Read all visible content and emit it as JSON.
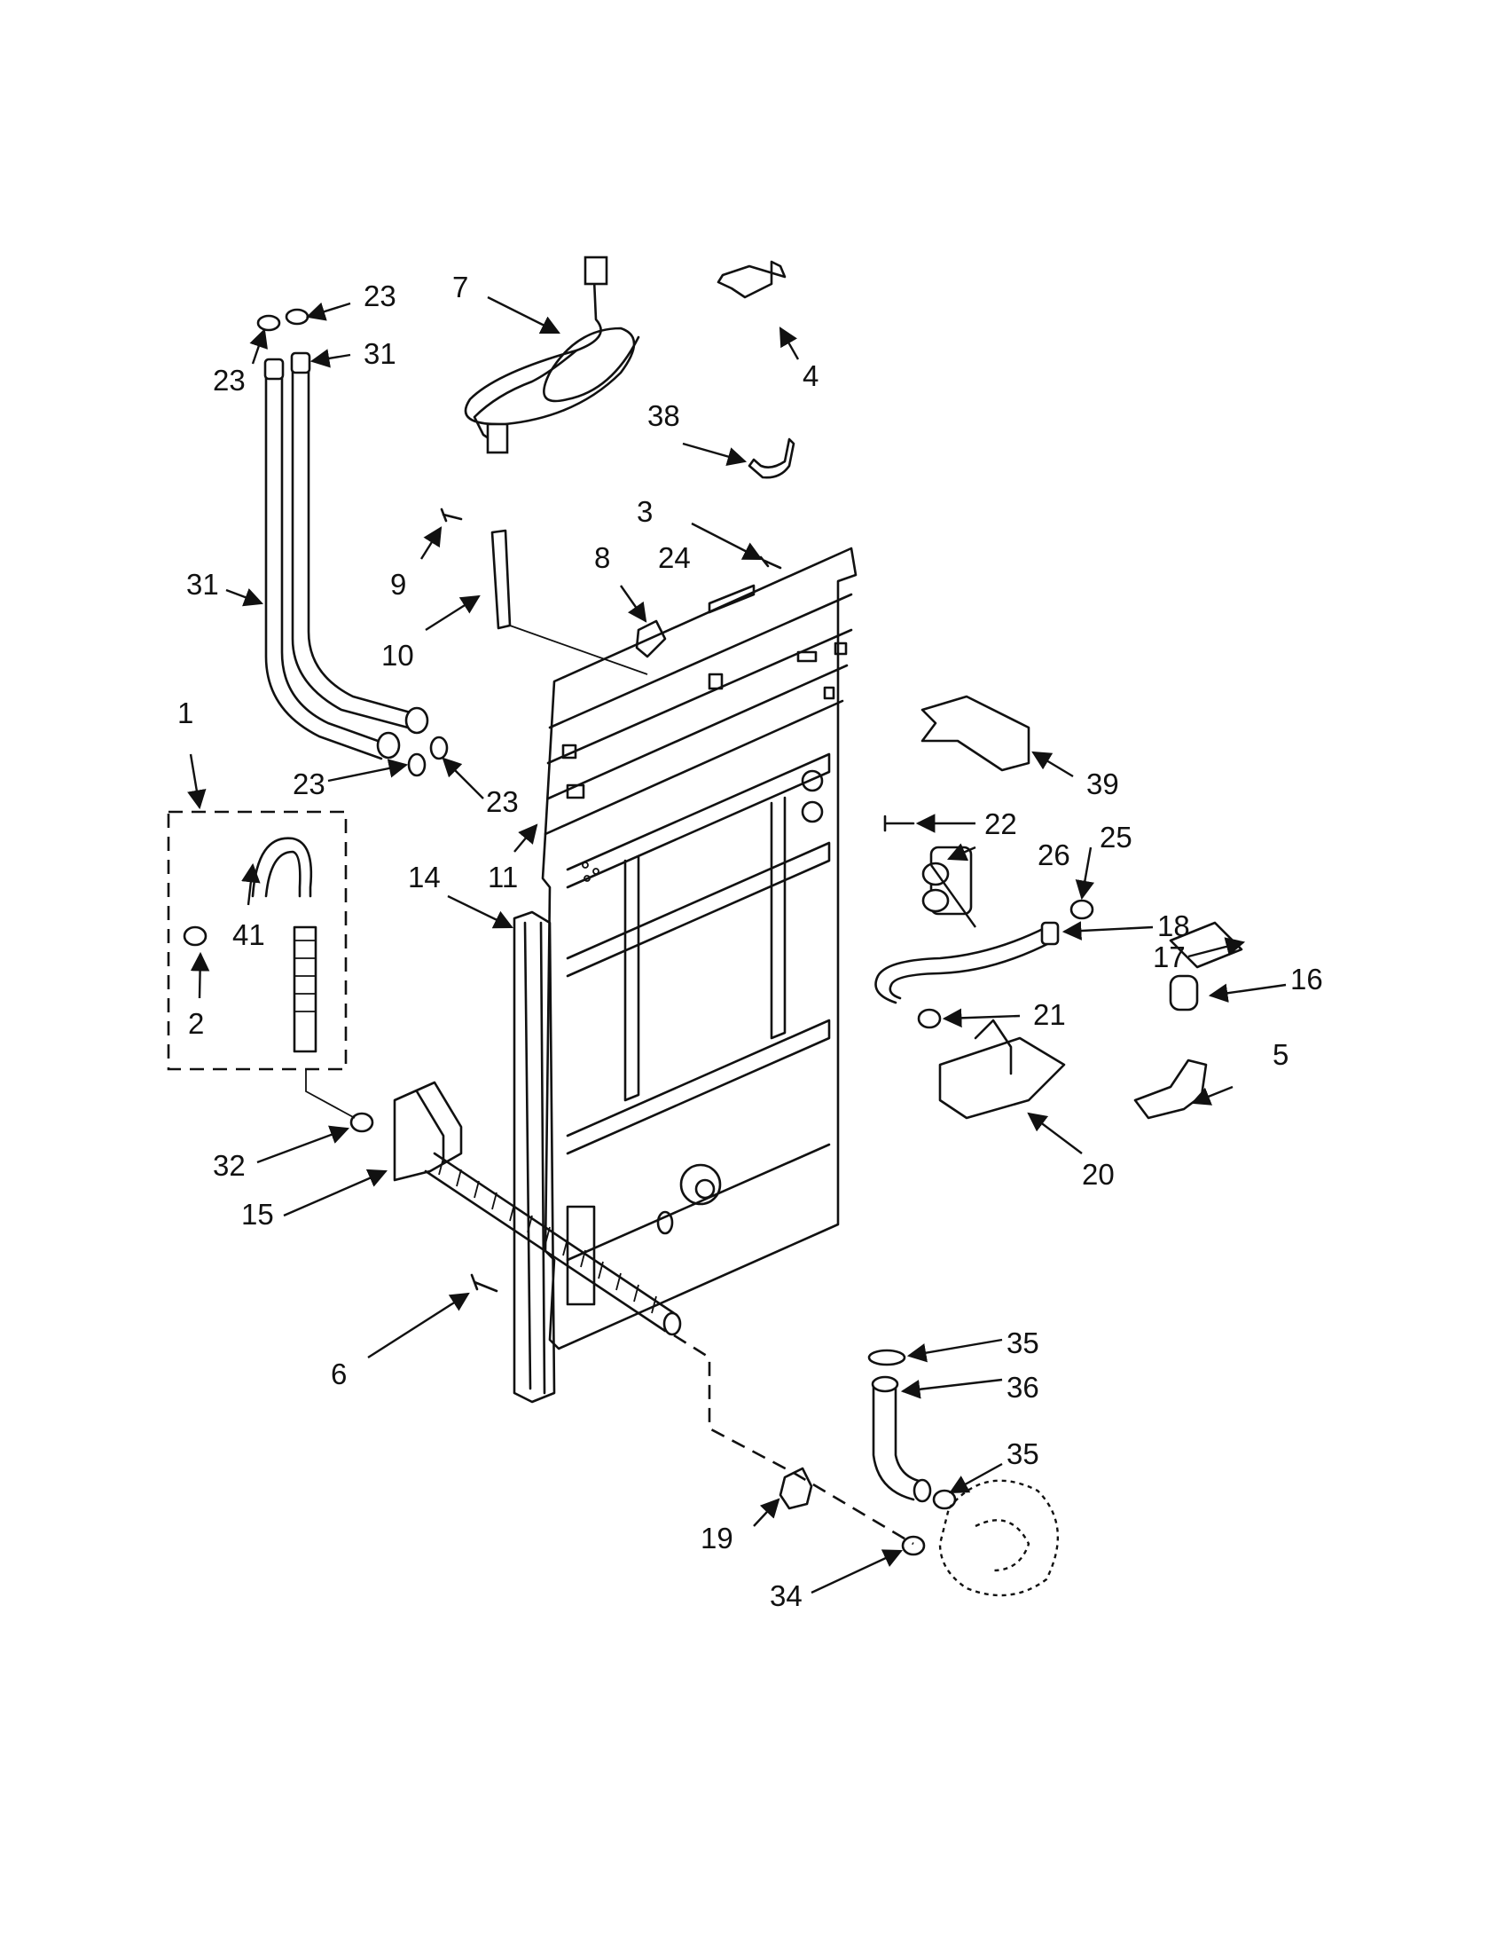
{
  "callouts": [
    {
      "id": "c1",
      "text": "1"
    },
    {
      "id": "c2",
      "text": "2"
    },
    {
      "id": "c3",
      "text": "3"
    },
    {
      "id": "c4",
      "text": "4"
    },
    {
      "id": "c5",
      "text": "5"
    },
    {
      "id": "c6",
      "text": "6"
    },
    {
      "id": "c7",
      "text": "7"
    },
    {
      "id": "c8",
      "text": "8"
    },
    {
      "id": "c9",
      "text": "9"
    },
    {
      "id": "c10",
      "text": "10"
    },
    {
      "id": "c11",
      "text": "11"
    },
    {
      "id": "c14",
      "text": "14"
    },
    {
      "id": "c15",
      "text": "15"
    },
    {
      "id": "c16",
      "text": "16"
    },
    {
      "id": "c17",
      "text": "17"
    },
    {
      "id": "c18",
      "text": "18"
    },
    {
      "id": "c19",
      "text": "19"
    },
    {
      "id": "c20",
      "text": "20"
    },
    {
      "id": "c21",
      "text": "21"
    },
    {
      "id": "c22",
      "text": "22"
    },
    {
      "id": "c23a",
      "text": "23"
    },
    {
      "id": "c23b",
      "text": "23"
    },
    {
      "id": "c23c",
      "text": "23"
    },
    {
      "id": "c23d",
      "text": "23"
    },
    {
      "id": "c24",
      "text": "24"
    },
    {
      "id": "c25",
      "text": "25"
    },
    {
      "id": "c26",
      "text": "26"
    },
    {
      "id": "c31a",
      "text": "31"
    },
    {
      "id": "c31b",
      "text": "31"
    },
    {
      "id": "c32",
      "text": "32"
    },
    {
      "id": "c34",
      "text": "34"
    },
    {
      "id": "c35a",
      "text": "35"
    },
    {
      "id": "c35b",
      "text": "35"
    },
    {
      "id": "c36",
      "text": "36"
    },
    {
      "id": "c38",
      "text": "38"
    },
    {
      "id": "c39",
      "text": "39"
    },
    {
      "id": "c41",
      "text": "41"
    }
  ]
}
